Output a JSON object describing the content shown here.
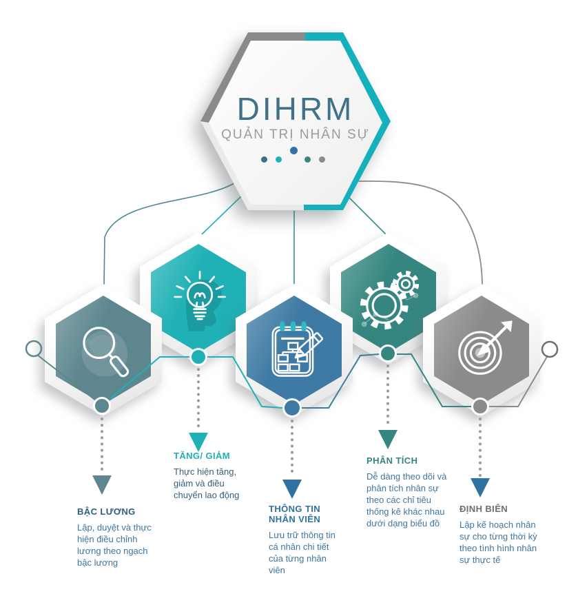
{
  "header": {
    "title": "DIHRM",
    "subtitle": "QUẢN TRỊ NHÂN SỰ",
    "deco_dots": {
      "top_dot_color": "#2e73a2",
      "row_dot_colors": [
        "#3c7086",
        "#19b4bc",
        "#3b8580",
        "#8b8b8b"
      ],
      "frame_teal": "#14b0bc",
      "frame_gray": "#8a8a8a",
      "title_color": "#40708a",
      "subtitle_color": "#9b9b9b"
    }
  },
  "items": [
    {
      "label": "BẬC LƯƠNG",
      "description": "Lập, duyệt và thực hiện điều chỉnh lương theo ngạch bậc lương",
      "icon": "magnifier-globe-icon",
      "hex_color": "#5d868f",
      "label_color": "#2d5f7d",
      "desc_color": "#3e76a0",
      "arrow_color": "#5d868f"
    },
    {
      "label": "TĂNG/ GIẢM",
      "description": "Thực hiện tăng, giảm và điều chuyển lao động",
      "icon": "idea-lightbulb-icon",
      "hex_color": "#1fb1b5",
      "label_color": "#1fb1b5",
      "desc_color": "#355f7c",
      "arrow_color": "#1fb1b5"
    },
    {
      "label": "THÔNG TIN NHÂN VIÊN",
      "description": "Lưu trữ thông tin cá nhân chi tiết của từng nhân viên",
      "icon": "notebook-orgchart-icon",
      "hex_color": "#3e7aa3",
      "label_color": "#2e72a0",
      "desc_color": "#3e76a0",
      "arrow_color": "#2e73a2"
    },
    {
      "label": "PHÂN TÍCH",
      "description": "Dễ dàng theo dõi và phân tích nhân sự theo các chỉ tiêu thống kê khác nhau dưới dạng biểu đồ",
      "icon": "gears-icon",
      "hex_color": "#358680",
      "label_color": "#358680",
      "desc_color": "#3e76a0",
      "arrow_color": "#358680"
    },
    {
      "label": "ĐỊNH BIÊN",
      "description": "Lập kế hoạch nhân sự cho từng thời kỳ theo tình hình nhân sự thực tế",
      "icon": "target-arrow-icon",
      "hex_color": "#8b8b8b",
      "label_color": "#6e6e6e",
      "desc_color": "#3e76a0",
      "arrow_color": "#2e73a2"
    }
  ]
}
